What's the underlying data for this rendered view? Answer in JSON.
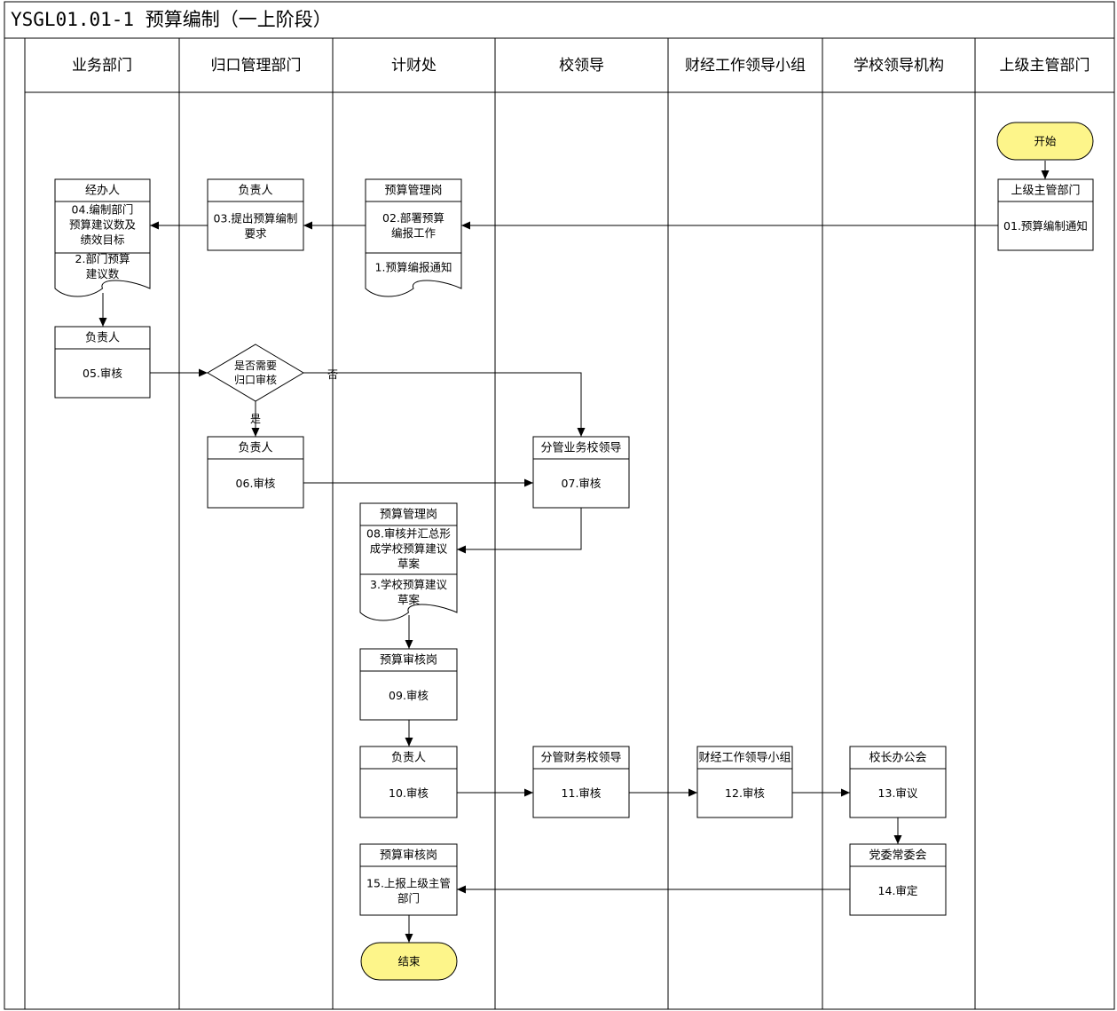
{
  "title": "YSGL01.01-1 预算编制（一上阶段）",
  "lanes": [
    "业务部门",
    "归口管理部门",
    "计财处",
    "校领导",
    "财经工作领导小组",
    "学校领导机构",
    "上级主管部门"
  ],
  "terminals": {
    "start": "开始",
    "end": "结束"
  },
  "decision": {
    "line1": "是否需要",
    "line2": "归口审核",
    "yes": "是",
    "no": "否"
  },
  "nodes": {
    "n01": {
      "role": "上级主管部门",
      "task": [
        "01.预算编制通知"
      ]
    },
    "n02": {
      "role": "预算管理岗",
      "task": [
        "02.部署预算",
        "编报工作"
      ],
      "doc": [
        "1.预算编报通知"
      ]
    },
    "n03": {
      "role": "负责人",
      "task": [
        "03.提出预算编制",
        "要求"
      ]
    },
    "n04": {
      "role": "经办人",
      "task": [
        "04.编制部门",
        "预算建议数及",
        "绩效目标"
      ],
      "doc": [
        "2.部门预算",
        "建议数"
      ]
    },
    "n05": {
      "role": "负责人",
      "task": [
        "05.审核"
      ]
    },
    "n06": {
      "role": "负责人",
      "task": [
        "06.审核"
      ]
    },
    "n07": {
      "role": "分管业务校领导",
      "task": [
        "07.审核"
      ]
    },
    "n08": {
      "role": "预算管理岗",
      "task": [
        "08.审核并汇总形",
        "成学校预算建议",
        "草案"
      ],
      "doc": [
        "3.学校预算建议",
        "草案"
      ]
    },
    "n09": {
      "role": "预算审核岗",
      "task": [
        "09.审核"
      ]
    },
    "n10": {
      "role": "负责人",
      "task": [
        "10.审核"
      ]
    },
    "n11": {
      "role": "分管财务校领导",
      "task": [
        "11.审核"
      ]
    },
    "n12": {
      "role": "财经工作领导小组",
      "task": [
        "12.审核"
      ]
    },
    "n13": {
      "role": "校长办公会",
      "task": [
        "13.审议"
      ]
    },
    "n14": {
      "role": "党委常委会",
      "task": [
        "14.审定"
      ]
    },
    "n15": {
      "role": "预算审核岗",
      "task": [
        "15.上报上级主管",
        "部门"
      ]
    }
  },
  "colors": {
    "terminal_fill": "#fdf58a",
    "line": "#000000",
    "background": "#ffffff"
  }
}
